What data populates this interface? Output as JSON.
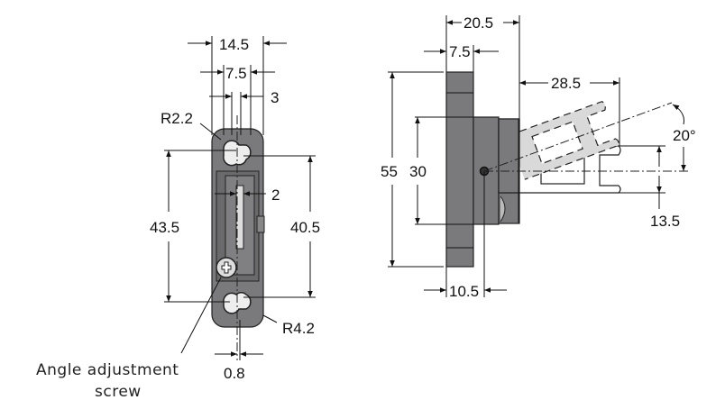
{
  "front_view": {
    "width_overall": "14.5",
    "slot_spacing": "7.5",
    "slot_offset": "3",
    "radius_small": "R2.2",
    "radius_large": "R4.2",
    "slot_width": "2",
    "hole_pitch_left": "43.5",
    "hole_pitch_right": "40.5",
    "center_offset": "0.8",
    "callout_line1": "Angle adjustment",
    "callout_line2": "screw"
  },
  "side_view": {
    "depth_overall": "20.5",
    "plate_thickness": "7.5",
    "height_overall": "55",
    "block_height": "30",
    "profile_reach": "28.5",
    "angle": "20°",
    "profile_height": "13.5",
    "pivot_offset": "10.5"
  },
  "colors": {
    "body": "#7a7a7c",
    "profile": "#d9d9d9"
  }
}
